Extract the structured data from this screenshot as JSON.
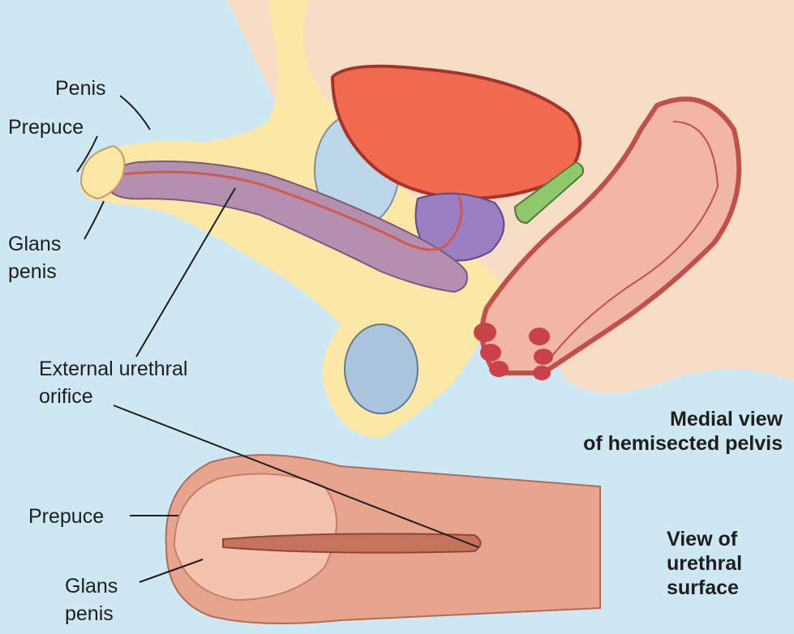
{
  "labels": {
    "penis": "Penis",
    "prepuce_top": "Prepuce",
    "glans_penis_top": "Glans\npenis",
    "external_urethral_orifice": "External urethral\norifice",
    "prepuce_bottom": "Prepuce",
    "glans_penis_bottom": "Glans\npenis"
  },
  "titles": {
    "medial_view": "Medial view\nof hemisected pelvis",
    "urethral_surface_view": "View of\nurethral\nsurface"
  },
  "colors": {
    "background": "#cde7f3",
    "skin_fat": "#fbe8a6",
    "erectile_tissue": "#b48fb0",
    "bladder": "#f06a4f",
    "prostate": "#9b7fc2",
    "seminal_gland": "#8ec86b",
    "rectum": "#f1b6a6",
    "pubic_bone": "#a9c4dc",
    "skin_surface": "#e7a58e"
  }
}
